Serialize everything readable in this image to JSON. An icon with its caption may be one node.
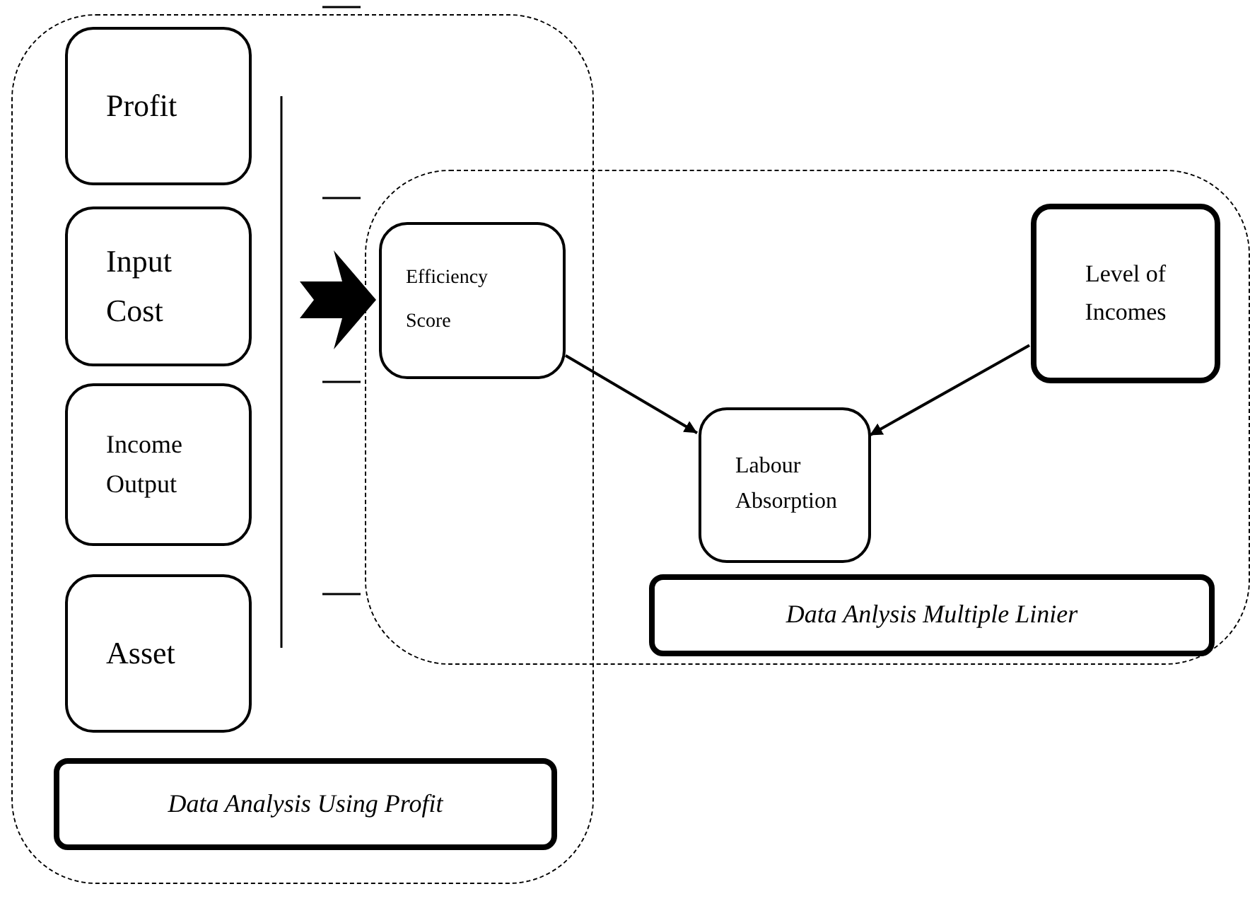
{
  "diagram": {
    "nodes": [
      {
        "text": [],
        "shape": "box"
      },
      {
        "text": [
          "Profit"
        ],
        "in": 0
      },
      {
        "text": [
          "Input Cost"
        ],
        "in": 0
      },
      {
        "text": [
          "Income Output"
        ],
        "in": 0
      },
      {
        "text": [
          "Asset"
        ],
        "in": 0
      },
      {
        "text": [
          "Data Analysis Using Profit"
        ],
        "in": 0
      },
      {
        "text": [],
        "shape": "box"
      },
      {
        "text": [
          "Efficiency Score"
        ]
      },
      {
        "text": [
          "Level of Incomes"
        ],
        "in": 6
      },
      {
        "text": [
          "Labour Absorption"
        ],
        "in": 6
      },
      {
        "text": [
          "Data Anlysis Multiple Linier"
        ],
        "in": 6
      }
    ],
    "edges": [
      {
        "from": null,
        "to": 7,
        "arrow": "to",
        "style": "thick"
      },
      {
        "from": 7,
        "to": 9,
        "arrow": "to"
      },
      {
        "from": 8,
        "to": 9,
        "arrow": "to"
      }
    ]
  }
}
